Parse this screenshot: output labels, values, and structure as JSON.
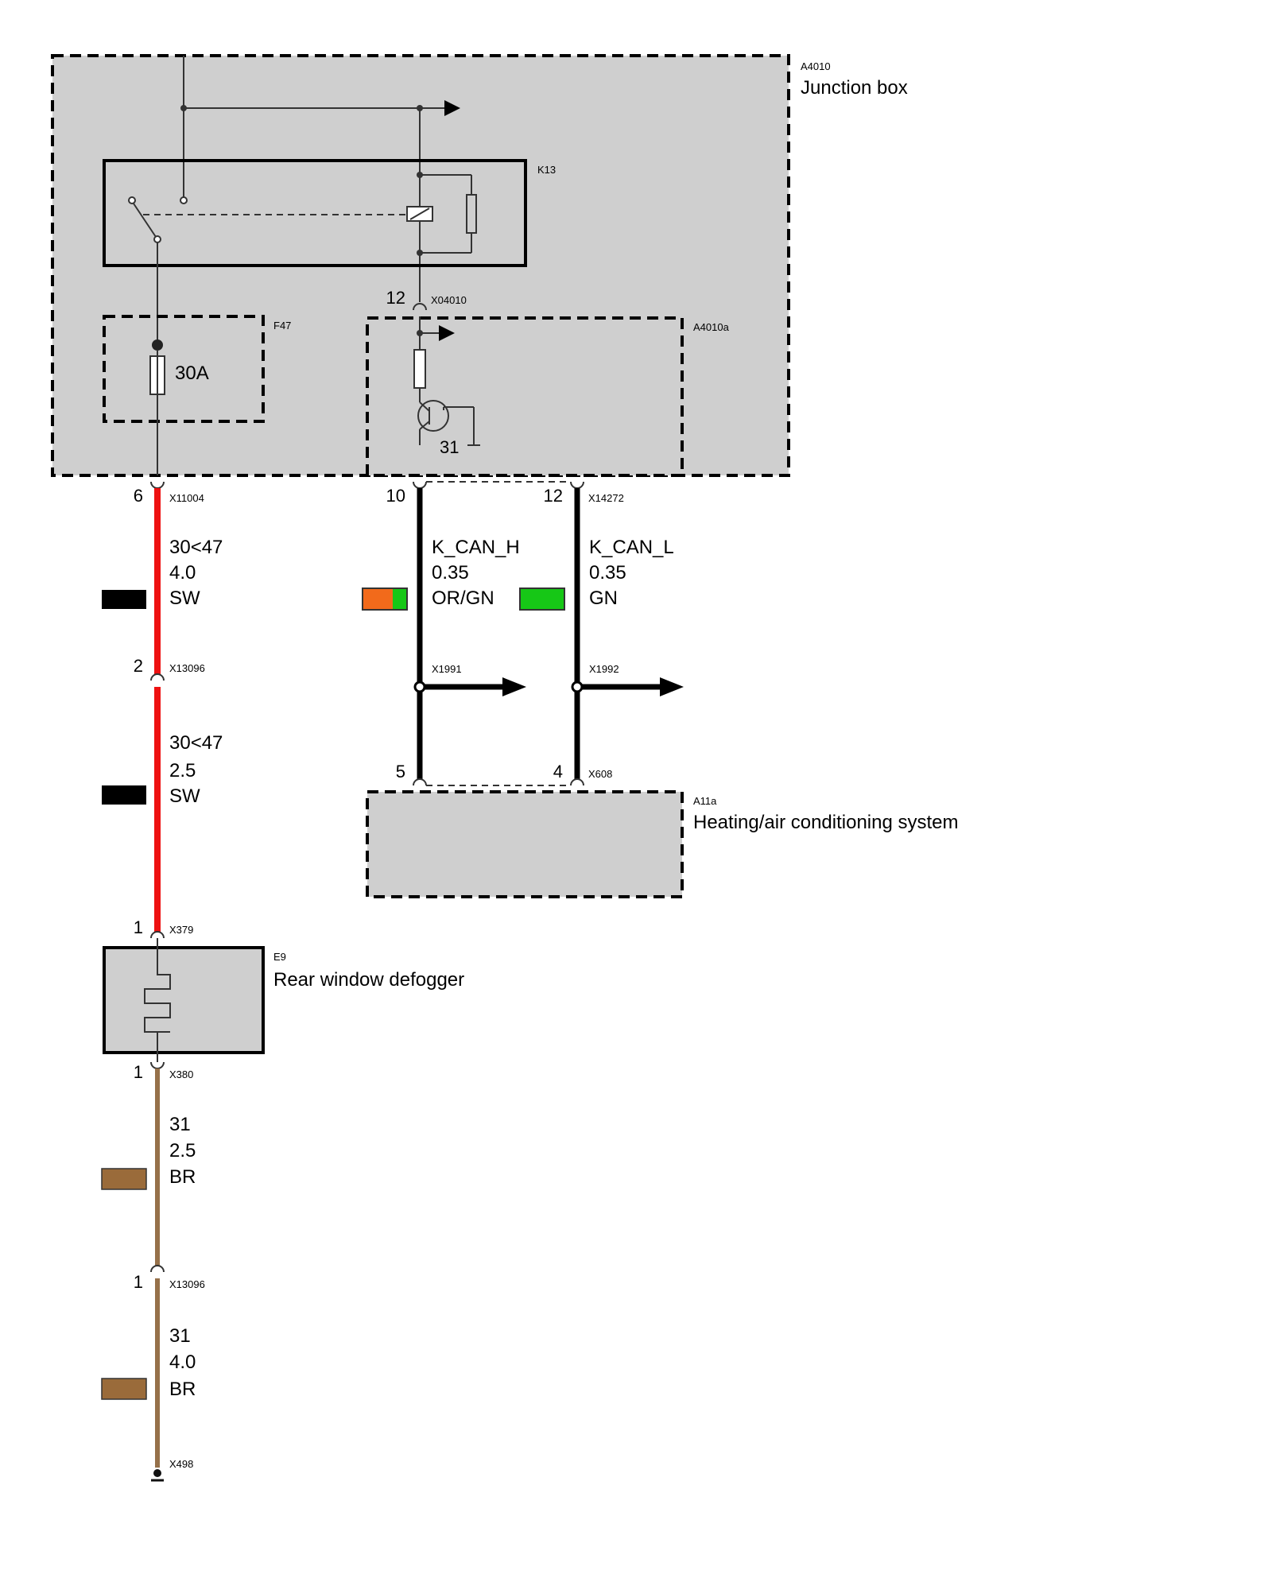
{
  "components": {
    "junction_box": {
      "id": "A4010",
      "name": "Junction box"
    },
    "relay": {
      "id": "K13"
    },
    "fuse": {
      "id": "F47",
      "rating": "30A"
    },
    "module": {
      "id": "A4010a",
      "ground": "31"
    },
    "hvac": {
      "id": "A11a",
      "name": "Heating/air conditioning system"
    },
    "defogger": {
      "id": "E9",
      "name": "Rear window defogger"
    }
  },
  "connectors": {
    "x04010": {
      "id": "X04010",
      "pin": "12"
    },
    "x11004": {
      "id": "X11004",
      "pin": "6"
    },
    "x14272": {
      "id": "X14272",
      "pin_a": "10",
      "pin_b": "12"
    },
    "x13096_a": {
      "id": "X13096",
      "pin": "2"
    },
    "x1991": {
      "id": "X1991"
    },
    "x1992": {
      "id": "X1992"
    },
    "x608": {
      "id": "X608",
      "pin_a": "5",
      "pin_b": "4"
    },
    "x379": {
      "id": "X379",
      "pin": "1"
    },
    "x380": {
      "id": "X380",
      "pin": "1"
    },
    "x13096_b": {
      "id": "X13096",
      "pin": "1"
    },
    "x498": {
      "id": "X498"
    }
  },
  "wires": {
    "red1": {
      "signal": "30<47",
      "size": "4.0",
      "color": "SW",
      "swatch": [
        "#000000"
      ]
    },
    "red2": {
      "signal": "30<47",
      "size": "2.5",
      "color": "SW",
      "swatch": [
        "#000000"
      ]
    },
    "can_h": {
      "signal": "K_CAN_H",
      "size": "0.35",
      "color": "OR/GN",
      "swatch": [
        "#f26a1b",
        "#16c716"
      ]
    },
    "can_l": {
      "signal": "K_CAN_L",
      "size": "0.35",
      "color": "GN",
      "swatch": [
        "#16c716"
      ]
    },
    "br1": {
      "signal": "31",
      "size": "2.5",
      "color": "BR",
      "swatch": [
        "#9a6b3a"
      ]
    },
    "br2": {
      "signal": "31",
      "size": "4.0",
      "color": "BR",
      "swatch": [
        "#9a6b3a"
      ]
    }
  }
}
